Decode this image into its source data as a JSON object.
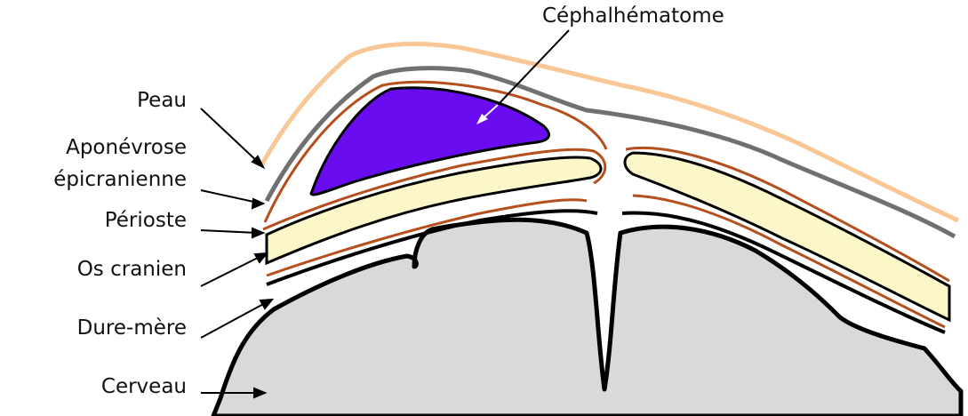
{
  "labels": {
    "peau": "Peau",
    "aponevrose_line1": "Aponévrose",
    "aponevrose_line2": "épicranienne",
    "perioste": "Périoste",
    "os_cranien": "Os cranien",
    "dure_mere": "Dure-mère",
    "cerveau": "Cerveau",
    "cephalhematome": "Céphalhématome"
  },
  "colors": {
    "skin": "#f9c795",
    "aponeurosis": "#707070",
    "periosteum": "#b5501e",
    "bone_fill": "#fbf7c9",
    "hematoma": "#6a0cf0",
    "brain": "#d9d9d9",
    "outline": "#000000"
  }
}
